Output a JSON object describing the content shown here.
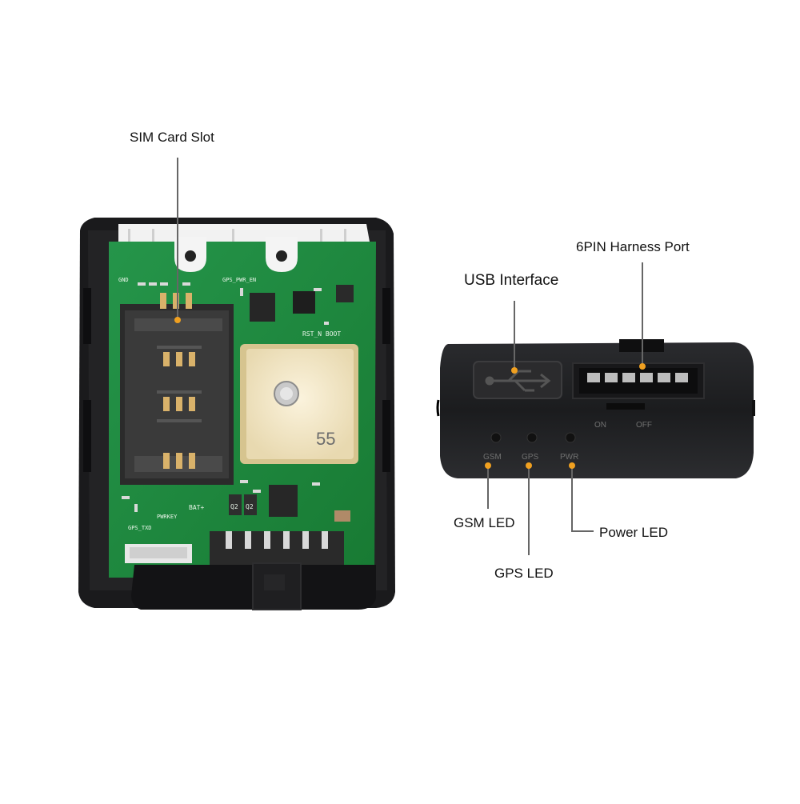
{
  "callouts": {
    "sim_card_slot": "SIM Card Slot",
    "usb_interface": "USB Interface",
    "harness_port": "6PIN Harness Port",
    "gsm_led": "GSM LED",
    "gps_led": "GPS LED",
    "power_led": "Power LED"
  },
  "pcb_silkscreen": {
    "gnd": "GND",
    "gps_pwr_en": "GPS_PWR_EN",
    "rst_boot": "RST_N  BOOT",
    "bat_plus": "BAT+",
    "pwrkey": "PWRKEY",
    "gps_txd": "GPS_TXD",
    "q2": "Q2",
    "q2b": "Q2"
  },
  "antenna_marking": "55",
  "device_markings": {
    "on": "ON",
    "off": "OFF",
    "gsm": "GSM",
    "gps": "GPS",
    "pwr": "PWR"
  },
  "colors": {
    "pcb_green": "#1f8a3c",
    "casing_black": "#1c1c1e",
    "callout_dot": "#f0a020",
    "leader_line": "#666666"
  }
}
